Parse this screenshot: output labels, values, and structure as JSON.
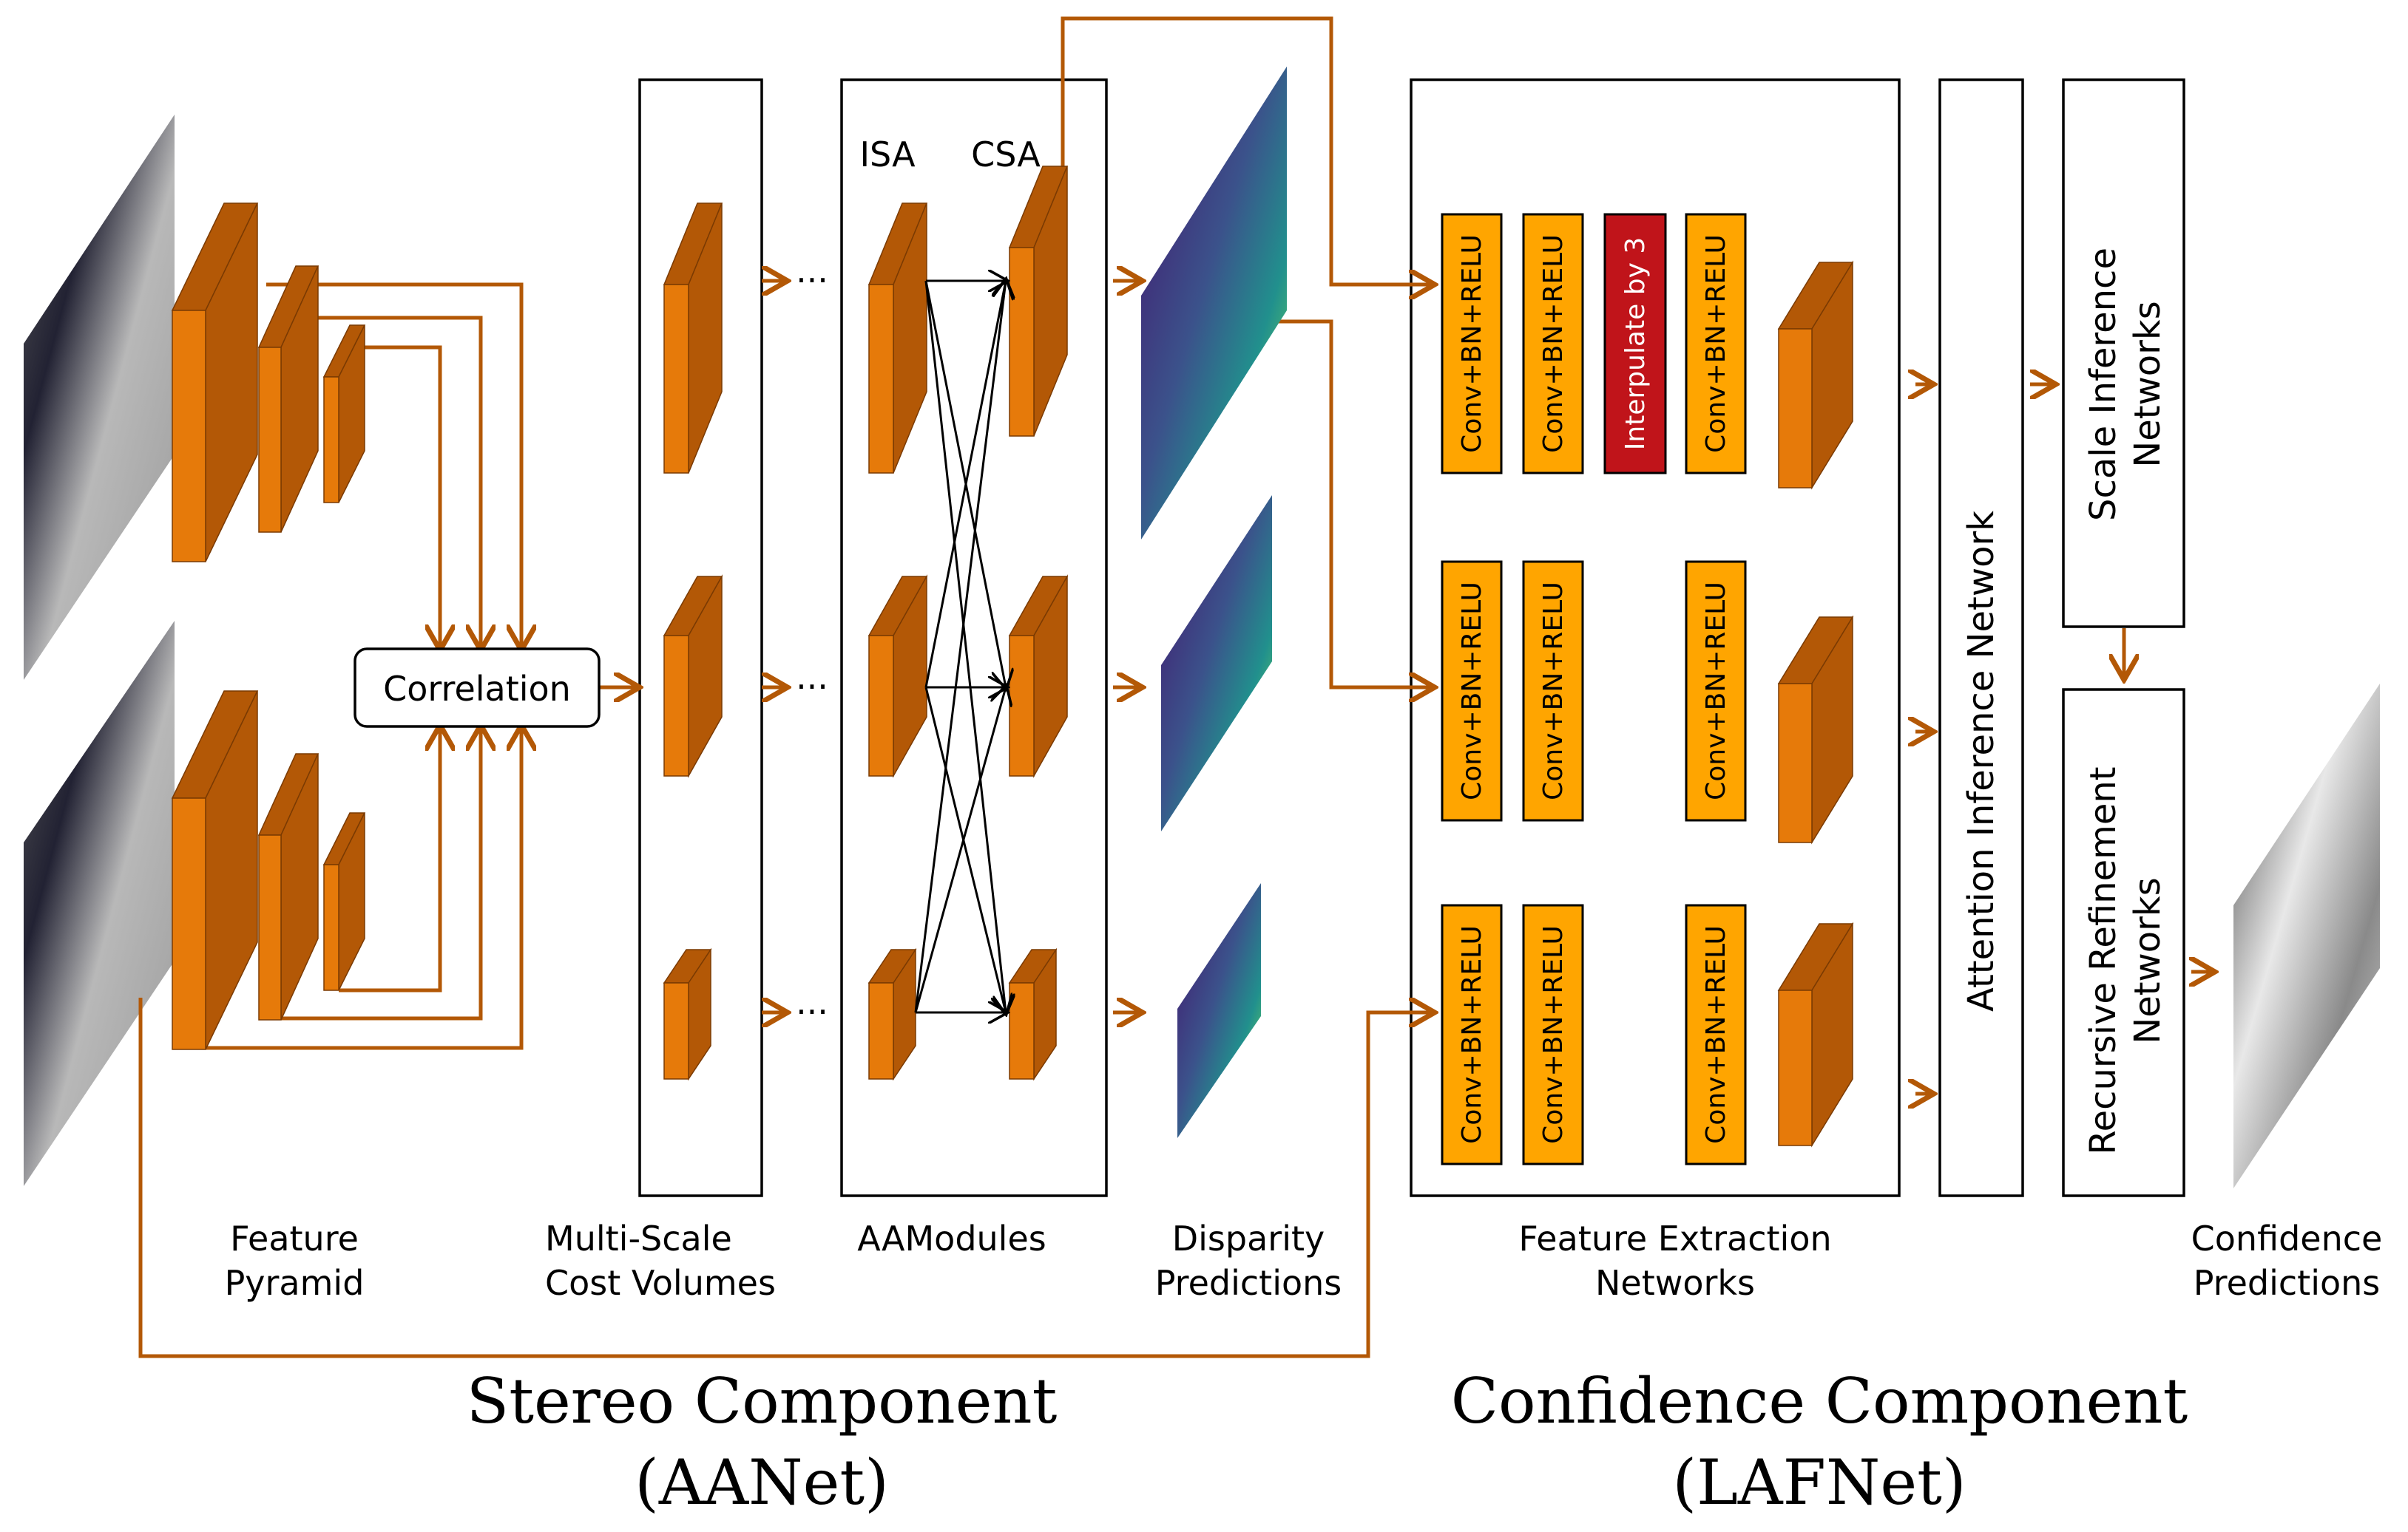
{
  "colors": {
    "orange_block": "#e67a0a",
    "orange_dark": "#b35806",
    "conv_block": "#ffa500",
    "interp_block": "#c0141a",
    "arrow": "#b35806"
  },
  "labels": {
    "correlation": "Correlation",
    "isa": "ISA",
    "csa": "CSA",
    "dots": "···",
    "feature_pyramid": [
      "Feature",
      "Pyramid"
    ],
    "cost_volumes": [
      "Multi-Scale",
      "Cost Volumes"
    ],
    "aamodules": "AAModules",
    "disparity": [
      "Disparity",
      "Predictions"
    ],
    "feature_extraction": [
      "Feature Extraction",
      "Networks"
    ],
    "confidence_preds": [
      "Confidence",
      "Predictions"
    ],
    "attention": "Attention Inference Network",
    "scale": [
      "Scale Inference",
      "Networks"
    ],
    "recursive": [
      "Recursive Refinement",
      "Networks"
    ],
    "conv": "Conv+BN+RELU",
    "interpolate": "Interpulate by 3",
    "stereo_title": [
      "Stereo Component",
      "(AANet)"
    ],
    "confidence_title": [
      "Confidence Component",
      "(LAFNet)"
    ]
  }
}
